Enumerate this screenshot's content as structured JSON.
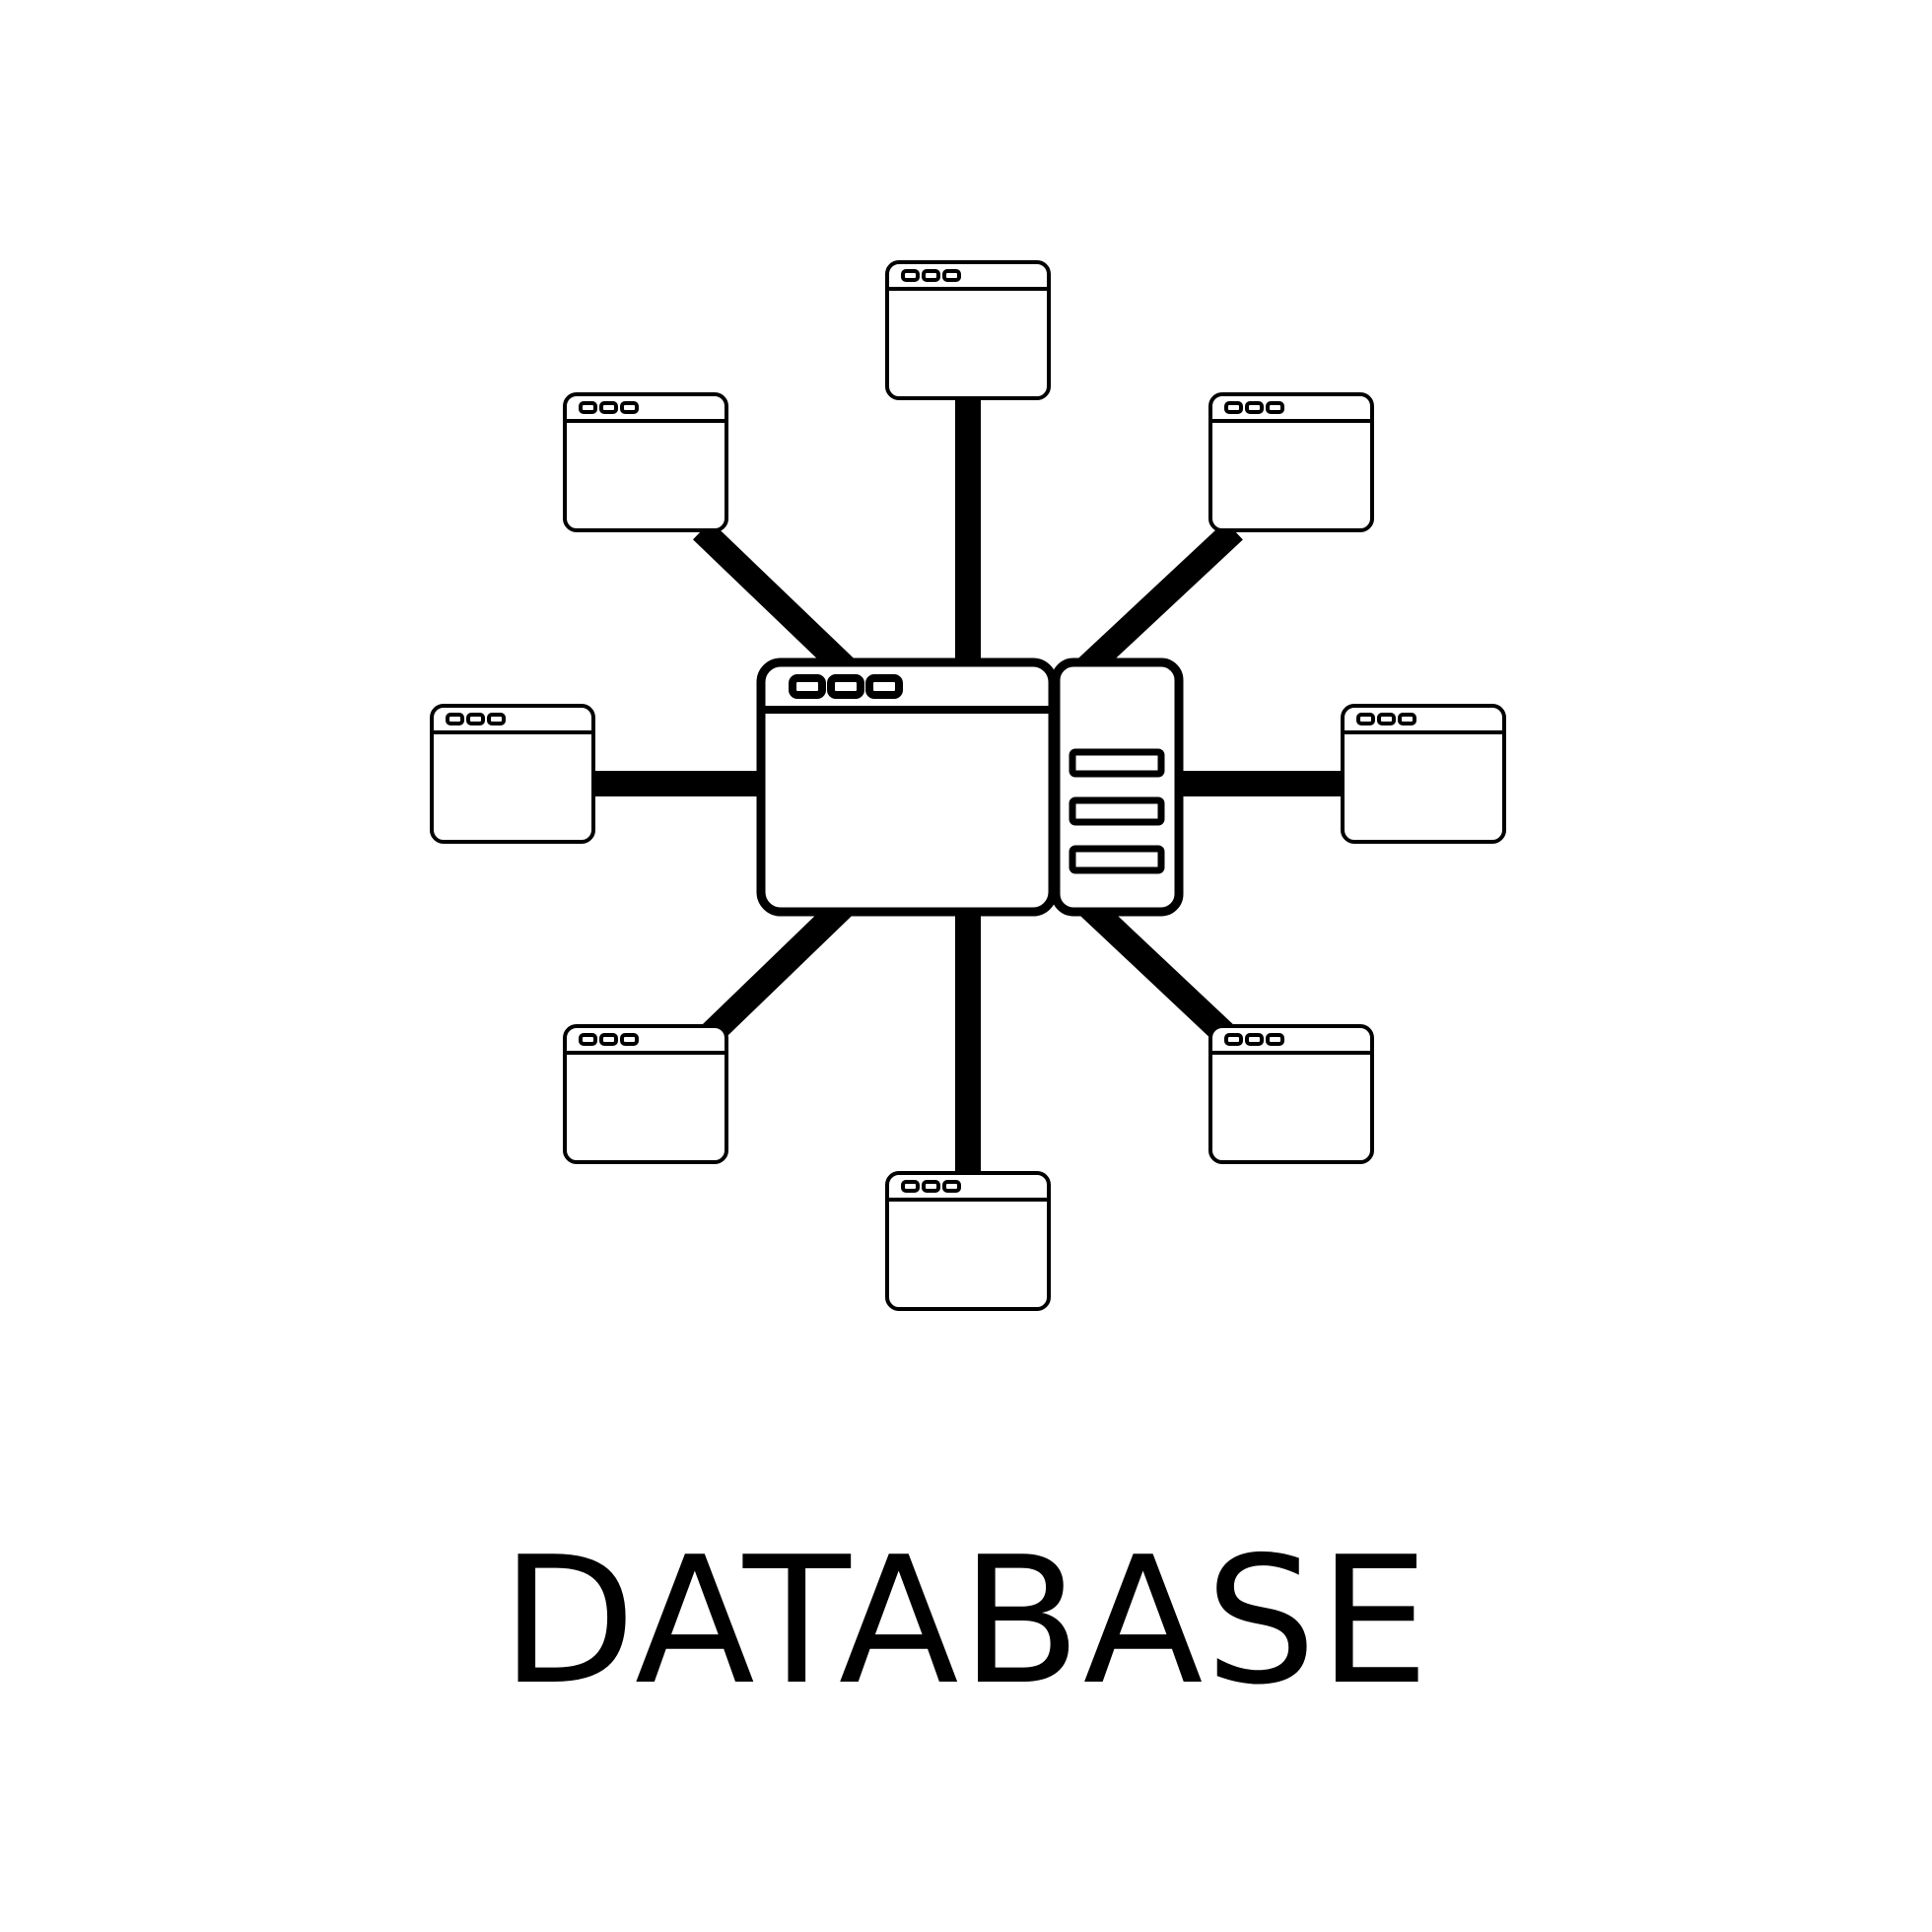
{
  "caption": "DATABASE",
  "icon": "database-network-icon",
  "colors": {
    "stroke": "#000000",
    "fill": "#ffffff",
    "background": "#ffffff"
  },
  "nodes": [
    "window-node-top",
    "window-node-top-right",
    "window-node-right",
    "window-node-bottom-right",
    "window-node-bottom",
    "window-node-bottom-left",
    "window-node-left",
    "window-node-top-left"
  ]
}
